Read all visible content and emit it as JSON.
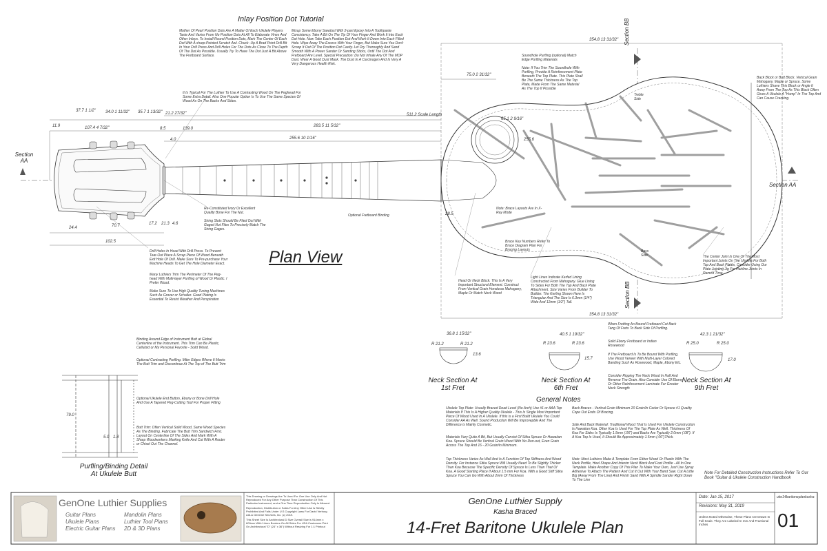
{
  "tutorial": {
    "title": "Inlay Position Dot Tutorial",
    "col1": "Mother Of Pearl Position Dots Are A Matter Of Each Ukulele Players Taste And Varies From No Position Dots At All To Elaborate Vines And Other Inlays. To Install Round Position Dots, Mark The Center Of Each Dot With A sharp-Pointed Scratch Awl. Chuck -Up A Brad Point Drill Bit In Your Drill Press And Drill Holes For The Dots As Close To The Depth Of The Dot As Possible. Usually Try To Have The Dot Just A Bit Above The Fretboard Surface.",
    "col2": "Mixup Some Ebony Sawdust With 2-part Epoxy Into A Toothpaste Consistency. Take A Bit On The Tip Of Your Finger And Work It Into Each Dot Hole. Now Take Each Position Dot And Work It Down Into Each Filled Hole. Wipe Away The Excess With Your Finger, But Make Sure You Don't Scoop It Out Of The Position Dot Cavity. Let Dry Thoroughly And Sand Smooth With A Power Sander Or Sanding Sticks, Until The Dot And Fretboard Are Level. Special Precaution: Do Not Inhale Any Of The MOP Dust. Wear A Good Dust Mask. The Dust In A Carcinogen And Is Very A Very Dangerous Health Risk.",
    "headstock": "It Is Typical For The Luthier To Use A Contrasting Wood On The Peghead For Some Extra Detail. Also One Popular Option Is To Use The Same Species Of Wood As On The Backs And Sides."
  },
  "notes": {
    "soundhole": "Soundhole Purfling (optional) Match Edge Purfling Materials",
    "soundhole2": "Note: If You Trim The Soundhole With Purfling, Provide A Reinforcement Plate Beneath The Top Plate. This Plate Shall Be The Same Thickness As The Top Plate, Made From The Same Material As The Top If Possible",
    "backblock": "Back Block or Butt Block. Vertical Grain Mahogany, Maple or Spruce. Some Luthiers Shave This Block or Angle It Away From The Top As This Block Often Gives A Ukulele A \"Hump\" In The Top And Can Cause Cracking.",
    "nut": "Re-Constituted Ivory Or Excellent Quality Bone For The Nut.",
    "stringslots": "String Slots Should Be Filed Out With Gaged Nut Files To Precisely Match The String Gages.",
    "fretboard_binding": "Optional Fretboard Binding",
    "xray": "Note: Brace Layouts Are In X-Ray Mode",
    "bracekey": "Brace Key Numbers  Refer To Brace Diagram Plan For Bracing Layouts",
    "drill": "Drill Holes In Head With Drill Press. To Prevent Tear-Out Place A Scrap Piece Of Wood Beneath Exit Hole Of Drill. Make Sure To Pre-purchase Your Machine Heads To Get The Hole Diameter Exact.",
    "trim": "Many Luthiers Trim The Perimeter Of The Peg-head With Multi-layer Purfling of Wood Or Plastic. I Prefer Wood.",
    "tuners": "Make Sure To Use High Quality Tuning Machines Such As Grover or Schaller. Good Plating Is Essential To Resist Weather And Perspiration",
    "headblock": "Head Or Neck Block. This Is A Very Important Structural Element. Construct From Vertical Grain Honduras Mahogany, Maple Or Match Neck Wood",
    "lining": "Light Lines Indicate Kerfed Lining Constructed From Mahogany. Glue Lining To Sides For Both The Top And Back Plate Attachment. Size Varies From Builder To Builder. The Kerfing Shown Here Is Triangular And The Size Is 6.3mm (1/4\") Wide And 12mm (1/2\") Tall.",
    "centerjoint": "The Center Joint Is One Of The Most Important Joints On The Ukulele.For Both Top And Back Plates, Consider Using Our Plate Jointing Jig For Hairline Joints In Record Time",
    "treble": "Treble Side",
    "bass": "Bass Side",
    "scale": "511.2 Scale Length",
    "fretting": "When Fretting An Bound Fretboard Cut Back Tang Of Frets To Back Side Of Purfling.",
    "ebony": "Solid Ebony Fretboard or Indian Rosewood",
    "fretbound": "If The Fretboard Is To Be Bound With Purfling, Use Wood Veneer With Multi-Layer Colored Banding Such As Rosewood, Maple, Ebony Etc.",
    "ripping": "Consider Ripping The Neck Wood In Half And Reverse The Grain. Also Consider Use Of Ebony Or Other Reinforcement Laminate For Greater Neck Strength",
    "binding": "Binding Around Edge of Instrument Butt at Global Centerline of the Instrument. This Trim Can Be Plastic, Celluloid or My Personal Favorite - Solid Wood.",
    "purfstrip": "Optional Contrasting Purfling. Miter Edges Where It Meets The Butt Trim and Discontinue At The Top of The Butt Trim",
    "endbutton": "Optional Ukulele End Button, Ebony or Bone Drill Hole And Use A Tapered Peg-Cutting Tool For Proper Fitting",
    "butttrim": "Butt Trim: Often Vertical Solid Wood, Same Wood Species As The Binding. Fabricate The Butt Trim Sandwich First. Layout On Centerline Of The Sides And Mark With A Sharp Woodworkers Marking Knife And Cut With A Router or Chisel Out The Channel.",
    "construction": "Note For Detailed Construction Instructions Refer To Our Book \"Guitar & Ukulele Construction Handbook"
  },
  "general_notes": {
    "title": "General Notes",
    "c1a": "Ukulele Top Plate: Usually Braced Dead Level (No Arch) Use  #1 or AAA Top Materials If This Is A Higher Quality Ukulele - This Is Single Most Important Piece Of Wood Used In A Ukulele. If this is a First Build Ukulele You Could Consider AA As Well. Sound Production Will Be Improvepble And The Difference is Mainly Cosmetic.",
    "c1b": "Materials Vary Quite A Bit, But Usually Consist Of Sitka Spruce Or Hawaiian Koa. Spruce Should Be Vertical Grain Wood With No Run-out, Even Grain Across The Top And 16 - 20 Grain/in Minimum.",
    "c1c": "Top Thickness Varies As Well And Is A Function Of Top Stiffness And Wood Density. For Instance Sitka Spruce Will Usually Need To Be Slightly Thicker Than Koa Because The Specific Density Of Spruce Is Less Than That Of Koa. A Good Starting Place If About 1.5 mm For Koa. With a Good Stiff Sitka Spruce You Can Go With About 2mm Of Thickness",
    "c2a": "Back Braces - Vertical Grain Minimum 20 Grain/In Cedar Or Spruce #1 Quality. Cope Out Ends Of Bracing.",
    "c2b": "Side And Back Material: Traditional Wood That Is Used For Ukulele Construction Is Hawaiian Koa. Often Koa Is Used For The Top Plate As Well. Thickness Of Koa For Sides Is Typically 1.5mm (.06\") and Backs Are Typically 2.0mm (.08\"). If A Koa Top Is Used, It Should Be Approximately 1.5mm (.06\")Thick.",
    "c2c": "Note: Most Luthiers Make A Template From Either Wood Or Plastic With The Neck Profile, Heel Shape And Interior Neck Block And Foot Profile - All In One Template. Make Another Copy Of This Plan To Make Your Own, Just Use Spray Adhesive To Attach The Pattern And Cut It Out With Your Band Saw. Cut A Little Big (Away From The Line) And Finish Sand With A Spindle Sander Right Down To The Line"
  },
  "labels": {
    "plan_view": "Plan View",
    "section_aa": "Section AA",
    "section_aa_left1": "Section",
    "section_aa_left2": "AA",
    "section_bb": "Section BB",
    "neck6": "Neck Section At",
    "neck6b": "6th Fret",
    "neck1": "Neck Section At",
    "neck1b": "1st Fret",
    "neck9": "Neck Section At",
    "neck9b": "9th Fret",
    "purfling1": "Purfling/Binding Detail",
    "purfling2": "At Ukulele Butt"
  },
  "dims": {
    "d354a": "354.8",
    "d354a2": "13 31/32\"",
    "d354b": "354.8",
    "d354b2": "13 31/32\"",
    "d283": "283.5",
    "d283b": "11 5/32\"",
    "d255": "255.6",
    "d255b": "10 1/16\"",
    "d107": "107.4",
    "d107b": "4 7/32\"",
    "d37": "37.7",
    "d37b": "1 1/2\"",
    "d34": "34.0",
    "d34b": "1 11/32\"",
    "d35": "35.7",
    "d35b": "1 13/32\"",
    "d21": "21.2",
    "d21b": "27/32\"",
    "d11": "11.9",
    "d8": "8.5",
    "d4": "4.0",
    "d139": "139.0",
    "d24": "24.4",
    "d70": "70.7",
    "d17": "17.2",
    "d213": "21.3",
    "d46": "4.6",
    "d102": "102.5",
    "d75": "75.0",
    "d75b": "2 31/32\"",
    "d65": "65.1",
    "d65b": "2 9/16\"",
    "d255c": "255.6",
    "d28": "28.5",
    "d36": "36.8",
    "d36b": "1 15/32\"",
    "d40": "40.5",
    "d40b": "1 19/32\"",
    "d42": "42.3",
    "d42b": "1 21/32\"",
    "r212": "R 21.2",
    "r236": "R 23.6",
    "r250": "R 25.0",
    "t136": "13.6",
    "t157": "15.7",
    "t170": "17.0",
    "d79": "79.0",
    "d50": "5.0",
    "d18": "1.8"
  },
  "titleblock": {
    "brand": "GenOne Luthier Supplies",
    "p1": "Guitar Plans",
    "p2": "Ukulele Plans",
    "p3": "Electric Guitar Plans",
    "p4": "Mandolin Plans",
    "p5": "Luthier Tool Plans",
    "p6": "2D & 3D Plans",
    "legal1": "This Drawing or Drawings Are To Used For One Use Only And Not Reproduced For Any Other Purpose Than Construction Of This Particular Instrument, and a One Time Reproduction Only Is Allowed.",
    "legal2": "Reproduction, Distribution or Sales For Any Other Use Is Strictly Prohibited And Falls Under U.S Copyright Laws For David Verburg AIA & GenOne Services, Inc. (c) 2019.",
    "legal3": "This Sheet Size Is Architectural D Size Overall Size is 914mm x 609mm With 14mm Borders On All Sides For USA Customers Print On Architectural \"D\" (24\" x 36\") Without Resizing For 1:1 Printout",
    "company": "GenOne Luthier Supply",
    "bracing": "Kasha Braced",
    "plan_title": "14-Fret Baritone Ukulele Plan",
    "date": "Date: Jan 15, 2017",
    "revisions": "Revisions: May 31, 2019",
    "note": "Unless Noted Otherwise, These Plans Are Drawn In Full Scale. They Are Labeled In mm And Fractional Inches",
    "file": "uke14baritoneplankasha",
    "sheet": "01"
  },
  "colors": {
    "line": "#333333",
    "border_blue": "#7a9ab8"
  }
}
